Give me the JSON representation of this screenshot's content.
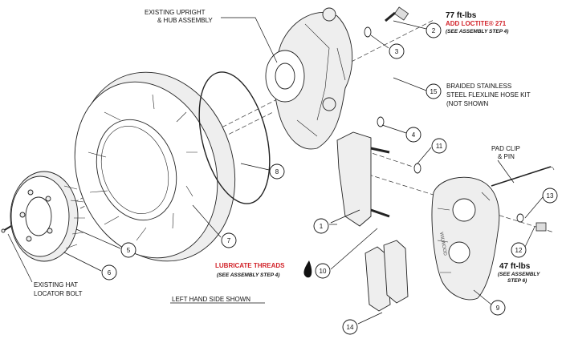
{
  "labels": {
    "upright_line1": "EXISTING UPRIGHT",
    "upright_line2": "& HUB ASSEMBLY",
    "hose_line1": "BRAIDED STAINLESS",
    "hose_line2": "STEEL FLEXLINE HOSE KIT",
    "hose_line3": "(NOT SHOWN",
    "padclip_line1": "PAD CLIP",
    "padclip_line2": "& PIN",
    "hat_line1": "EXISTING HAT",
    "hat_line2": "LOCATOR BOLT",
    "side_shown": "LEFT HAND SIDE SHOWN"
  },
  "notes": {
    "bolt_torque": "77 ft-lbs",
    "add_loctite": "ADD LOCTITE® 271",
    "assembly_step4": "(SEE ASSEMBLY STEP 4)",
    "lubricate": "LUBRICATE THREADS",
    "lubricate_step": "(SEE ASSEMBLY STEP 4)",
    "caliper_torque": "47 ft-lbs",
    "caliper_step_line1": "(SEE ASSEMBLY",
    "caliper_step_line2": "STEP 6)"
  },
  "callouts": [
    "1",
    "2",
    "3",
    "4",
    "5",
    "6",
    "7",
    "8",
    "9",
    "10",
    "11",
    "12",
    "13",
    "14",
    "15"
  ],
  "colors": {
    "accent_red": "#d2232a",
    "line": "#111111"
  }
}
